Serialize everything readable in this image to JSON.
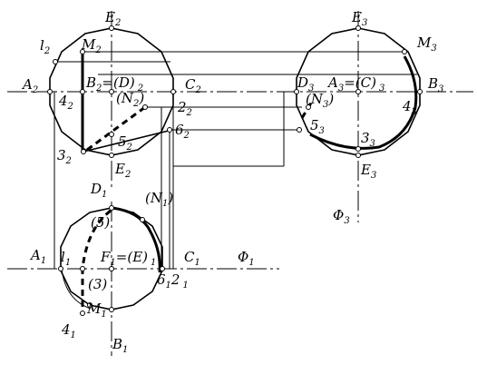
{
  "labels": {
    "E2_top": "E",
    "E2_top_sub": "2",
    "l2": "l",
    "l2_sub": "2",
    "M2": "M",
    "M2_sub": "2",
    "A2": "A",
    "A2_sub": "2",
    "B2D2": "B",
    "B2D2_sub": "2",
    "B2D2_rest": "=(D)",
    "B2D2_rest_sub": "2",
    "C2": "C",
    "C2_sub": "2",
    "N2": "(N",
    "N2_sub": "2",
    "N2_close": ")",
    "four2": "4",
    "four2_sub": "2",
    "two2": "2",
    "two2_sub": "2",
    "five2": "5",
    "five2_sub": "2",
    "six2": "6",
    "six2_sub": "2",
    "three2": "3",
    "three2_sub": "2",
    "E2_bot": "E",
    "E2_bot_sub": "2",
    "E3_top": "E",
    "E3_top_sub": "3",
    "M3": "M",
    "M3_sub": "3",
    "D3": "D",
    "D3_sub": "3",
    "A3C3": "A",
    "A3C3_sub": "3",
    "A3C3_rest": "=(C)",
    "A3C3_rest_sub": "3",
    "N3": "(N",
    "N3_sub": "3",
    "N3_close": ")",
    "B3": "B",
    "B3_sub": "3",
    "four3": "4",
    "four3_sub": "3",
    "five3": "5",
    "five3_sub": "3",
    "three3": "3",
    "three3_sub": "3",
    "E3_bot": "E",
    "E3_bot_sub": "3",
    "phi3": "Φ",
    "phi3_sub": "3",
    "D1": "D",
    "D1_sub": "1",
    "N1": "(N",
    "N1_sub": "1",
    "N1_close": ")",
    "five1": "(5)",
    "A1": "A",
    "A1_sub": "1",
    "l1": "l",
    "l1_sub": "1",
    "F1E1": "F",
    "F1E1_sub": "1",
    "F1E1_rest": "=(E)",
    "F1E1_rest_sub": "1",
    "C1": "C",
    "C1_sub": "1",
    "phi1": "Φ",
    "phi1_sub": "1",
    "six1two1": "6",
    "six1two1_sub": "1",
    "six1two1_b": "2",
    "six1two1_b_sub": "1",
    "three1": "(3)",
    "M1": "M",
    "M1_sub": "1",
    "four1": "4",
    "four1_sub": "1",
    "B1": "B",
    "B1_sub": "1"
  }
}
